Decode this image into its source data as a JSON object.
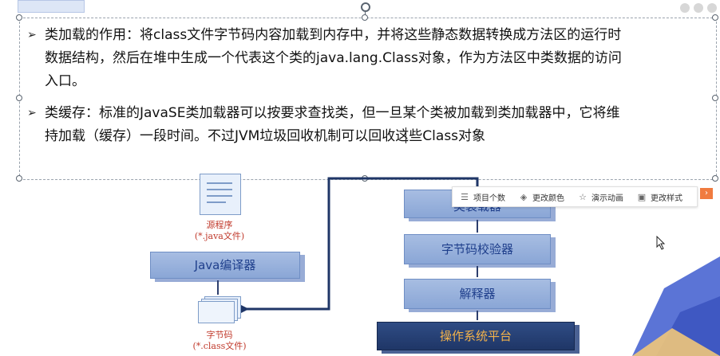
{
  "paragraphs": [
    {
      "lines": [
        "类加载的作用：将class文件字节码内容加载到内存中，并将这些静态数据转换成方法区的运行时",
        "数据结构，然后在堆中生成一个代表这个类的java.lang.Class对象，作为方法区中类数据的访问",
        "入口。"
      ]
    },
    {
      "lines": [
        "类缓存：标准的JavaSE类加载器可以按要求查找类，但一旦某个类被加载到类加载器中，它将维",
        "持加载（缓存）一段时间。不过JVM垃圾回收机制可以回收这些Class对象"
      ]
    }
  ],
  "diagram": {
    "source_label_1": "源程序",
    "source_label_2": "(*.java文件)",
    "compiler": "Java编译器",
    "bytecode_label_1": "字节码",
    "bytecode_label_2": "(*.class文件)",
    "loader": "类装载器",
    "verifier": "字节码校验器",
    "interpreter": "解释器",
    "os": "操作系统平台"
  },
  "toolbar": {
    "items": [
      {
        "label": "项目个数",
        "icon": "list-icon"
      },
      {
        "label": "更改颜色",
        "icon": "paint-bucket-icon"
      },
      {
        "label": "演示动画",
        "icon": "star-animation-icon"
      },
      {
        "label": "更改样式",
        "icon": "style-icon"
      }
    ]
  },
  "colors": {
    "diagram_box": "#9db4de",
    "os_box": "#1f3667",
    "os_text": "#f3b24a",
    "caption": "#c0392b",
    "toolbar_accent": "#f07b3f"
  }
}
